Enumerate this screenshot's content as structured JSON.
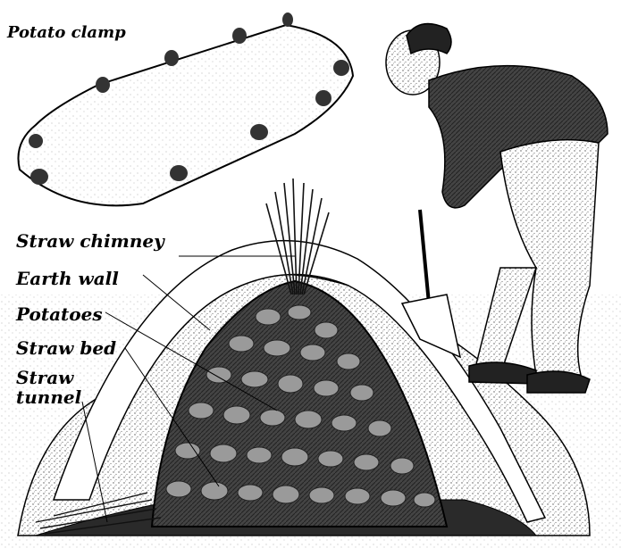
{
  "title": "Potato clamp",
  "labels": {
    "straw_chimney": "Straw chimney",
    "earth_wall": "Earth wall",
    "potatoes": "Potatoes",
    "straw_bed": "Straw bed",
    "straw_tunnel_line1": "Straw",
    "straw_tunnel_line2": "tunnel"
  },
  "colors": {
    "ink": "#000000",
    "paper": "#ffffff",
    "earth": "#bdbdbd",
    "potato": "#9a9a9a"
  }
}
